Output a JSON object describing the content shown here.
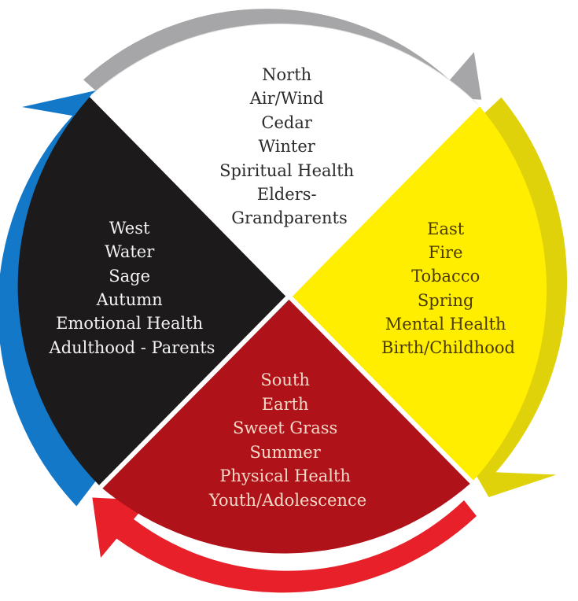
{
  "colors": {
    "north": "#ffffff",
    "east": "#ffee00",
    "south": "#b0121a",
    "west": "#1c1a1b",
    "arrow_north": "#a6a6a8",
    "arrow_east": "#e0d20a",
    "arrow_south": "#e8202a",
    "arrow_west": "#1478c8"
  },
  "quadrants": {
    "north": {
      "lines": [
        "North",
        "Air/Wind",
        "Cedar",
        "Winter",
        "Spiritual Health",
        "Elders-",
        "Grandparents"
      ]
    },
    "east": {
      "lines": [
        "East",
        "Fire",
        "Tobacco",
        "Spring",
        "Mental Health",
        "Birth/Childhood"
      ]
    },
    "south": {
      "lines": [
        "South",
        "Earth",
        "Sweet Grass",
        "Summer",
        "Physical Health",
        "Youth/Adolescence"
      ]
    },
    "west": {
      "lines": [
        "West",
        "Water",
        "Sage",
        "Autumn",
        "Emotional Health",
        "Adulthood - Parents"
      ]
    }
  }
}
